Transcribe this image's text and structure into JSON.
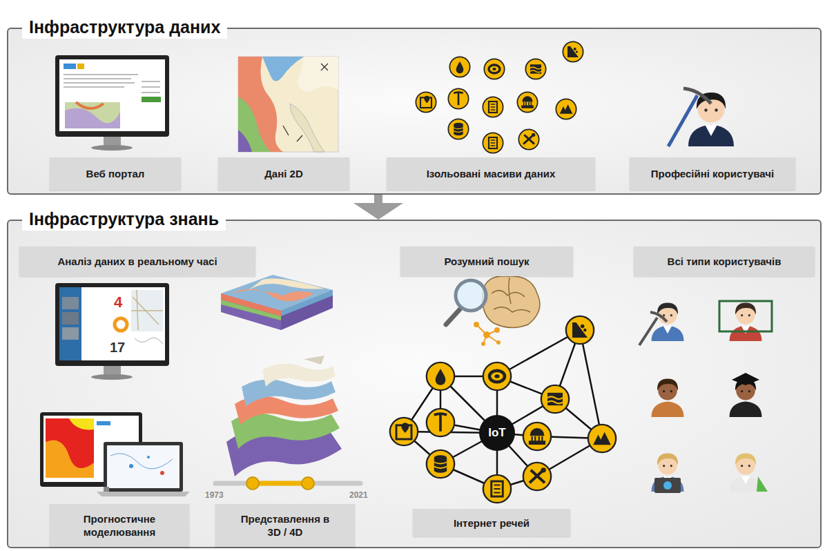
{
  "diagram": {
    "nodes": [
      {
        "text": [
          "Інфраструктура даних"
        ]
      },
      {
        "text": [
          "Веб портал"
        ],
        "in": 0
      },
      {
        "text": [
          "Дані 2D"
        ],
        "in": 0
      },
      {
        "text": [
          "Ізольовані масиви даних"
        ],
        "in": 0
      },
      {
        "text": [
          "Професійні користувачі"
        ],
        "in": 0
      },
      {
        "text": [
          "Інфраструктура знань"
        ]
      },
      {
        "text": [
          "Аналіз даних в реальному часі"
        ],
        "in": 5
      },
      {
        "text": [
          "Прогностичне моделювання"
        ],
        "in": 5
      },
      {
        "text": [
          "Представлення в 3D / 4D"
        ],
        "in": 5
      },
      {
        "text": [
          "Розумний пошук"
        ],
        "in": 5
      },
      {
        "text": [
          "IoT"
        ],
        "in": 5
      },
      {
        "text": [
          "Інтернет речей"
        ],
        "in": 5
      },
      {
        "text": [
          "Всі типи користувачів"
        ],
        "in": 5
      }
    ],
    "edges": [
      {
        "from": 0,
        "to": 5,
        "arrow": "to"
      }
    ],
    "labels": [
      "4",
      "17",
      "1973",
      "2021"
    ]
  }
}
